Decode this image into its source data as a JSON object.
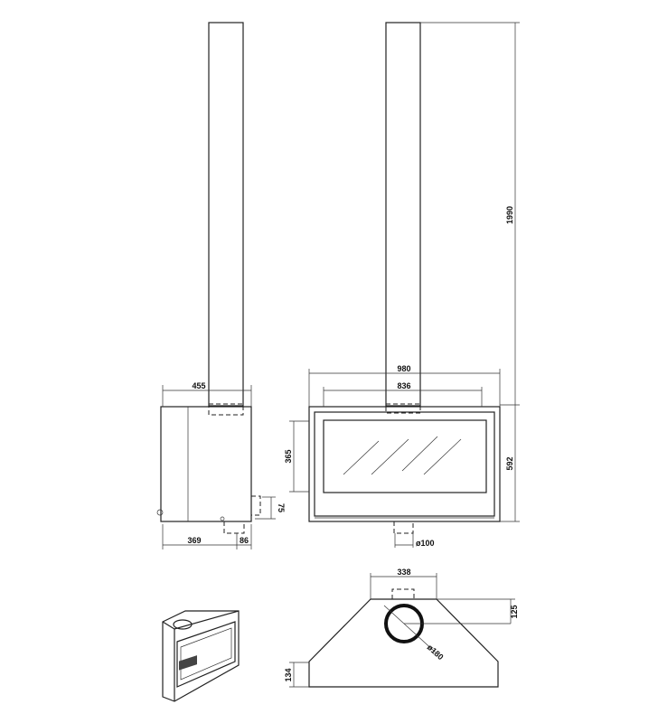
{
  "dimensions": {
    "side_width": "455",
    "side_depth": "369",
    "side_offset": "86",
    "side_bottom_height": "75",
    "front_width": "980",
    "front_inner_width": "836",
    "total_height": "1990",
    "body_height": "592",
    "glass_height": "365",
    "air_inlet": "ø100",
    "top_flue_width": "338",
    "flue_offset": "125",
    "flue_diameter": "ø180",
    "top_side_depth": "134"
  }
}
